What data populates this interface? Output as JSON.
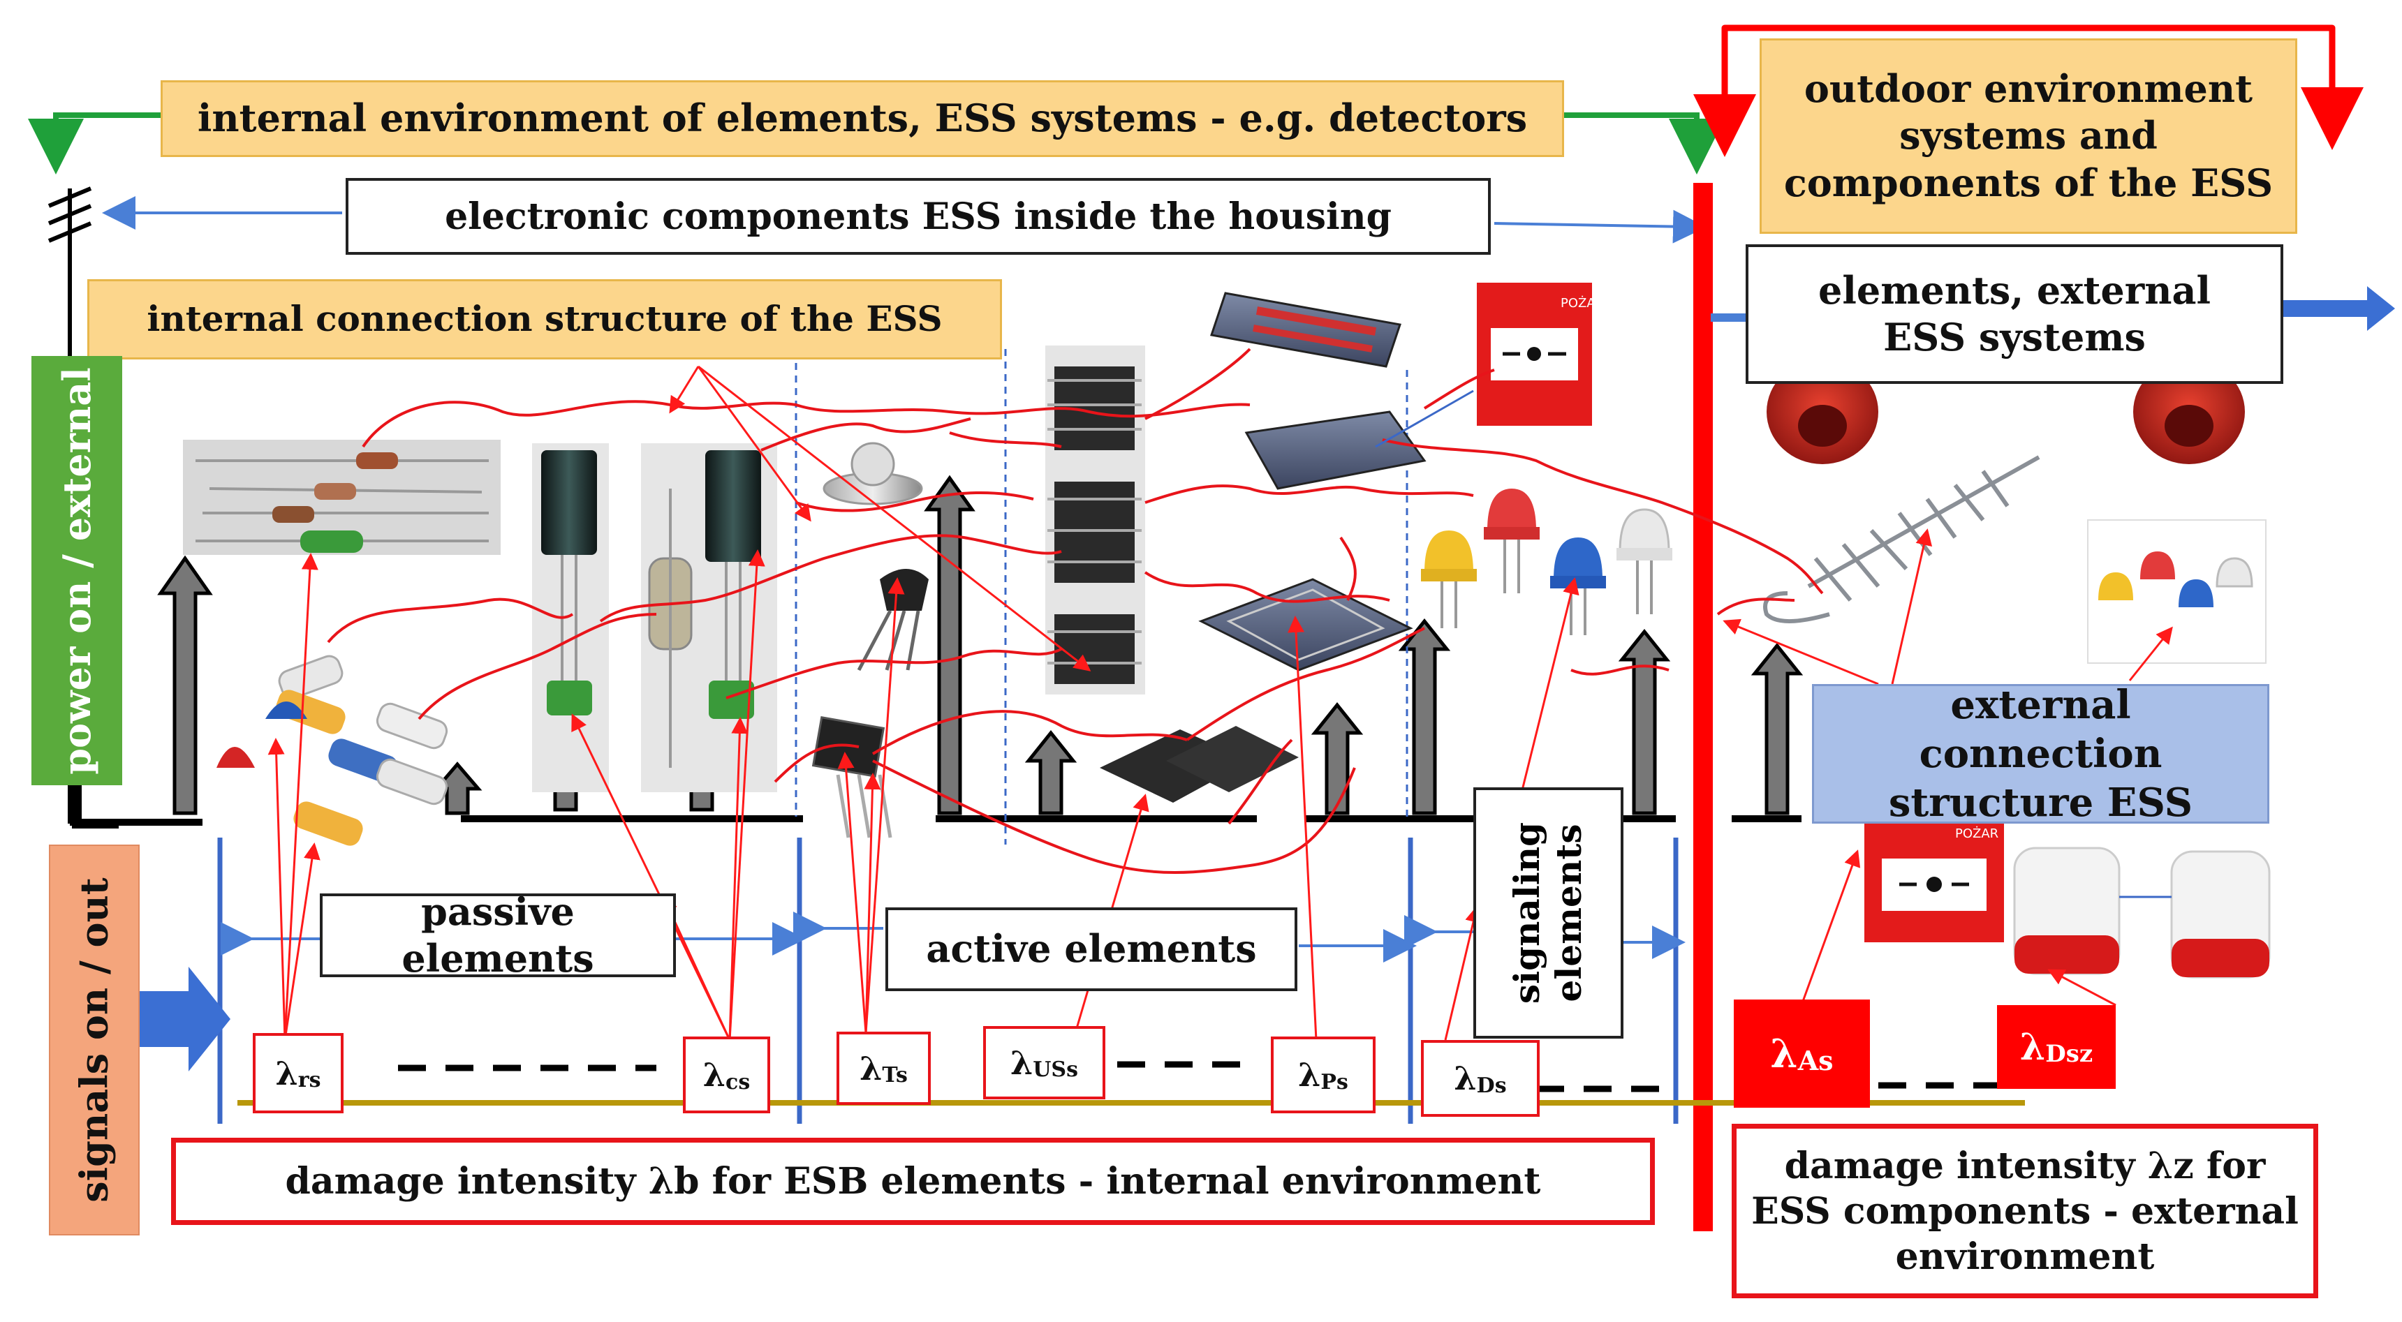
{
  "labels": {
    "internal_env": "internal environment of elements, ESS systems - e.g. detectors",
    "electronic_components": "electronic components ESS inside the housing",
    "internal_connection": "internal connection structure of the ESS",
    "outdoor_env": "outdoor environment systems and components of the ESS",
    "external_elements": "elements, external ESS systems",
    "power": "power on / external",
    "signals": "signals on / out",
    "passive": "passive elements",
    "active": "active elements",
    "signaling": "signaling elements",
    "external_connection": "external connection structure ESS",
    "damage_internal": "damage intensity λb for ESB elements - internal environment",
    "damage_external": "damage intensity λz for ESS components - external environment",
    "pozar": "POŻAR"
  },
  "lambdas": [
    {
      "sym": "λ",
      "sub": "rs"
    },
    {
      "sym": "λ",
      "sub": "cs"
    },
    {
      "sym": "λ",
      "sub": "Ts"
    },
    {
      "sym": "λ",
      "sub": "USs"
    },
    {
      "sym": "λ",
      "sub": "Ps"
    },
    {
      "sym": "λ",
      "sub": "Ds"
    },
    {
      "sym": "λ",
      "sub": "As"
    },
    {
      "sym": "λ",
      "sub": "Dsz"
    }
  ],
  "colors": {
    "orange": "#fcd68c",
    "red": "#e8141a",
    "green_bar": "#5aab3c",
    "salmon_bar": "#f4a57c",
    "blue": "#3b68c7",
    "light_blue_box": "#a9bfe8",
    "olive_line": "#b8970a"
  },
  "icons": [
    "antenna-icon",
    "resistor-icon",
    "capacitor-icon",
    "transistor-icon",
    "chip-icon",
    "led-icon",
    "siren-icon",
    "call-point-icon",
    "yagi-antenna-icon"
  ]
}
